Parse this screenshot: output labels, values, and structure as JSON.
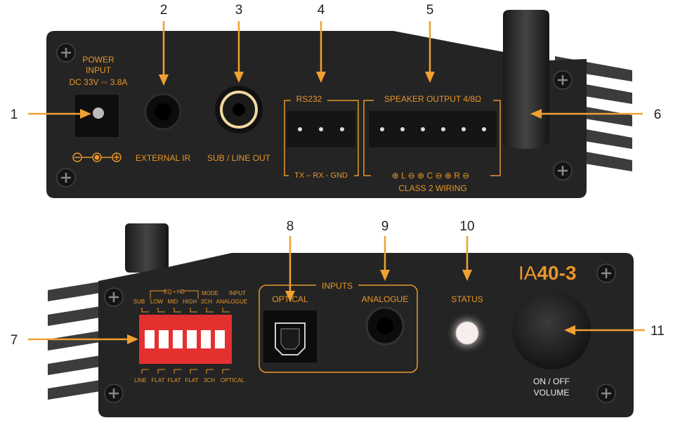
{
  "colors": {
    "accent": "#f0a030",
    "panel": "#232323",
    "fins": "#3a3a3a",
    "red_switch": "#e03030"
  },
  "callouts": {
    "n1": "1",
    "n2": "2",
    "n3": "3",
    "n4": "4",
    "n5": "5",
    "n6": "6",
    "n7": "7",
    "n8": "8",
    "n9": "9",
    "n10": "10",
    "n11": "11"
  },
  "rear_panel": {
    "power_line1": "POWER",
    "power_line2": "INPUT",
    "power_line3": "DC 33V ⎓ 3.8A",
    "external_ir": "EXTERNAL IR",
    "sub_line_out": "SUB / LINE OUT",
    "rs232": "RS232",
    "rs232_pins": "TX – RX - GND",
    "speaker_output": "SPEAKER OUTPUT 4/8Ω",
    "speaker_pins": "⊕ L ⊖ ⊕ C ⊖ ⊕ R ⊖",
    "class2": "CLASS 2 WIRING"
  },
  "front_panel": {
    "model_prefix": "IA",
    "model_suffix": "40-3",
    "inputs": "INPUTS",
    "optical": "OPTICAL",
    "analogue": "ANALOGUE",
    "status": "STATUS",
    "knob_line1": "ON / OFF",
    "knob_line2": "VOLUME",
    "dip_eq": "EQ • HB",
    "dip_mode": "MODE",
    "dip_input": "INPUT",
    "dip_top": [
      "SUB",
      "LOW",
      "MID",
      "HIGH",
      "2CH",
      "ANALOGUE"
    ],
    "dip_bottom": [
      "LINE",
      "FLAT",
      "FLAT",
      "FLAT",
      "3CH",
      "OPTICAL"
    ]
  }
}
